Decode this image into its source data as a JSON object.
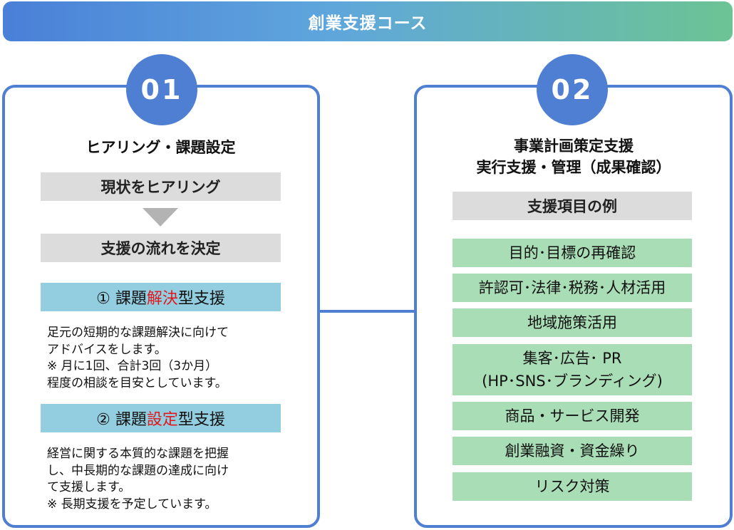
{
  "banner": {
    "title": "創業支援コース"
  },
  "left": {
    "badge": "01",
    "heading": "ヒアリング・課題設定",
    "step1": "現状をヒアリング",
    "step2": "支援の流れを決定",
    "option1": {
      "prefix": "① 課題",
      "highlight": "解決",
      "suffix": "型支援"
    },
    "option1_desc": [
      "足元の短期的な課題解決に向けて",
      "アドバイスをします。",
      "※ 月に1回、合計3回（3か月）",
      "程度の相談を目安としています。"
    ],
    "option2": {
      "prefix": "② 課題",
      "highlight": "設定",
      "suffix": "型支援"
    },
    "option2_desc": [
      "経営に関する本質的な課題を把握",
      "し、中長期的な課題の達成に向け",
      "て支援します。",
      "※ 長期支援を予定しています。"
    ]
  },
  "right": {
    "badge": "02",
    "heading_lines": [
      "事業計画策定支援",
      "実行支援・管理（成果確認）"
    ],
    "examples_label": "支援項目の例",
    "items": [
      [
        "目的･目標の再確認"
      ],
      [
        "許認可･法律･税務･人材活用"
      ],
      [
        "地域施策活用"
      ],
      [
        "集客･広告･ PR",
        "(HP･SNS･ブランディング)"
      ],
      [
        "商品・サービス開発"
      ],
      [
        "創業融資・資金繰り"
      ],
      [
        "リスク対策"
      ]
    ]
  },
  "colors": {
    "border_blue": "#4f7fd3",
    "gray_box": "#dcdcdc",
    "blue_box": "#93cde0",
    "green_box": "#a8ddb5",
    "highlight_red": "#e0191e"
  }
}
